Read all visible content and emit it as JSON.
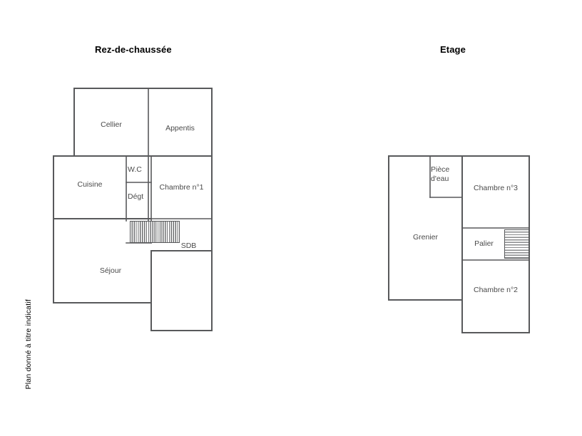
{
  "document": {
    "disclaimer": "Plan donné à titre indicatif"
  },
  "floors": [
    {
      "id": "rez-de-chaussee",
      "title": "Rez-de-chaussée",
      "rooms": [
        {
          "id": "cellier",
          "label": "Cellier"
        },
        {
          "id": "appentis",
          "label": "Appentis"
        },
        {
          "id": "cuisine",
          "label": "Cuisine"
        },
        {
          "id": "wc",
          "label": "W.C"
        },
        {
          "id": "degt",
          "label": "Dégt"
        },
        {
          "id": "chambre-1",
          "label": "Chambre n°1"
        },
        {
          "id": "sdb",
          "label": "SDB"
        },
        {
          "id": "sejour",
          "label": "Séjour"
        }
      ],
      "features": [
        {
          "id": "escalier-rdc",
          "type": "staircase",
          "orientation": "vertical-treads"
        }
      ]
    },
    {
      "id": "etage",
      "title": "Etage",
      "rooms": [
        {
          "id": "grenier",
          "label": "Grenier"
        },
        {
          "id": "piece-deau",
          "label": "Pièce d'eau"
        },
        {
          "id": "chambre-3",
          "label": "Chambre n°3"
        },
        {
          "id": "palier",
          "label": "Palier"
        },
        {
          "id": "chambre-2",
          "label": "Chambre n°2"
        }
      ],
      "features": [
        {
          "id": "escalier-etage",
          "type": "staircase",
          "orientation": "horizontal-treads"
        }
      ]
    }
  ],
  "colors": {
    "wall": "#58595b",
    "label_text": "#4a4a4a",
    "title_text": "#000000",
    "background": "#ffffff"
  }
}
